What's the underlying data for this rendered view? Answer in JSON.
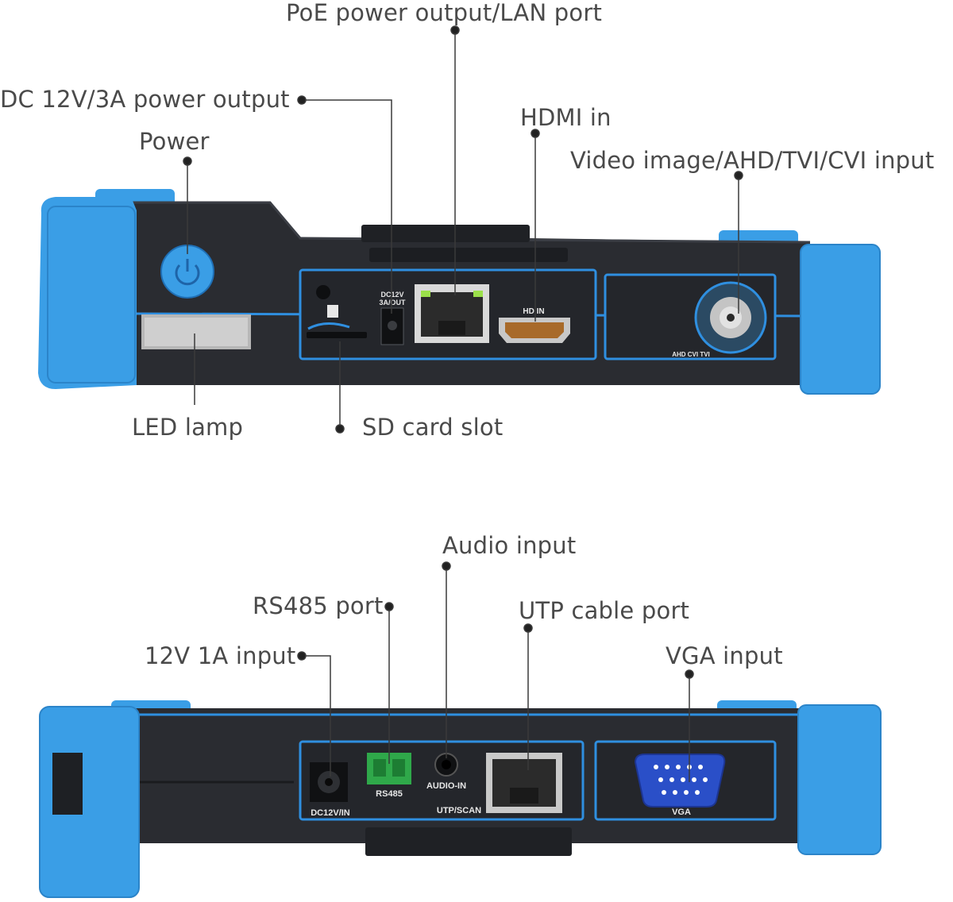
{
  "top_panel": {
    "callouts": {
      "poe_lan": "PoE power output/LAN port",
      "dc_output": "DC 12V/3A power output",
      "power": "Power",
      "hdmi_in": "HDMI in",
      "video_input": "Video image/AHD/TVI/CVI input",
      "led_lamp": "LED lamp",
      "sd_card": "SD card slot"
    },
    "device_labels": {
      "dc_out_line1": "DC12V",
      "dc_out_line2": "3A/OUT",
      "hdmi": "HD IN",
      "bnc": "AHD CVI TVI"
    }
  },
  "bottom_panel": {
    "callouts": {
      "audio_input": "Audio input",
      "rs485_port": "RS485 port",
      "utp_cable": "UTP cable port",
      "dc_input": "12V 1A input",
      "vga_input": "VGA input"
    },
    "device_labels": {
      "dc_in": "DC12V/IN",
      "rs485": "RS485",
      "audio": "AUDIO-IN",
      "utp": "UTP/SCAN",
      "vga": "VGA"
    }
  },
  "colors": {
    "bumper_blue": "#3a9ee6",
    "body_dark": "#2a2c31",
    "trim_blue": "#2f8fe0",
    "rs485_green": "#2fa84a",
    "vga_blue": "#2a4fc8",
    "callout_text": "#4a4a4a"
  }
}
